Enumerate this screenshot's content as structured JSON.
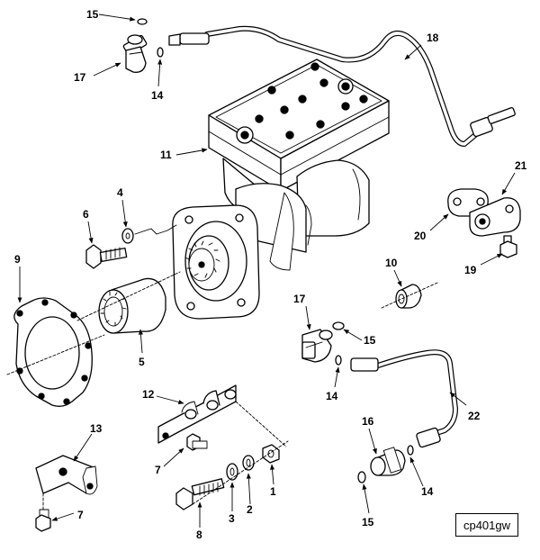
{
  "diagram": {
    "reference_code": "cp401gw",
    "callouts": {
      "c15a": "15",
      "c17a": "17",
      "c14a": "14",
      "c18": "18",
      "c11": "11",
      "c4": "4",
      "c6": "6",
      "c21": "21",
      "c20": "20",
      "c19": "19",
      "c9": "9",
      "c10": "10",
      "c5": "5",
      "c17b": "17",
      "c15b": "15",
      "c14b": "14",
      "c22": "22",
      "c12": "12",
      "c13": "13",
      "c7a": "7",
      "c16": "16",
      "c1": "1",
      "c2": "2",
      "c3": "3",
      "c8": "8",
      "c14c": "14",
      "c7b": "7",
      "c15c": "15"
    }
  }
}
